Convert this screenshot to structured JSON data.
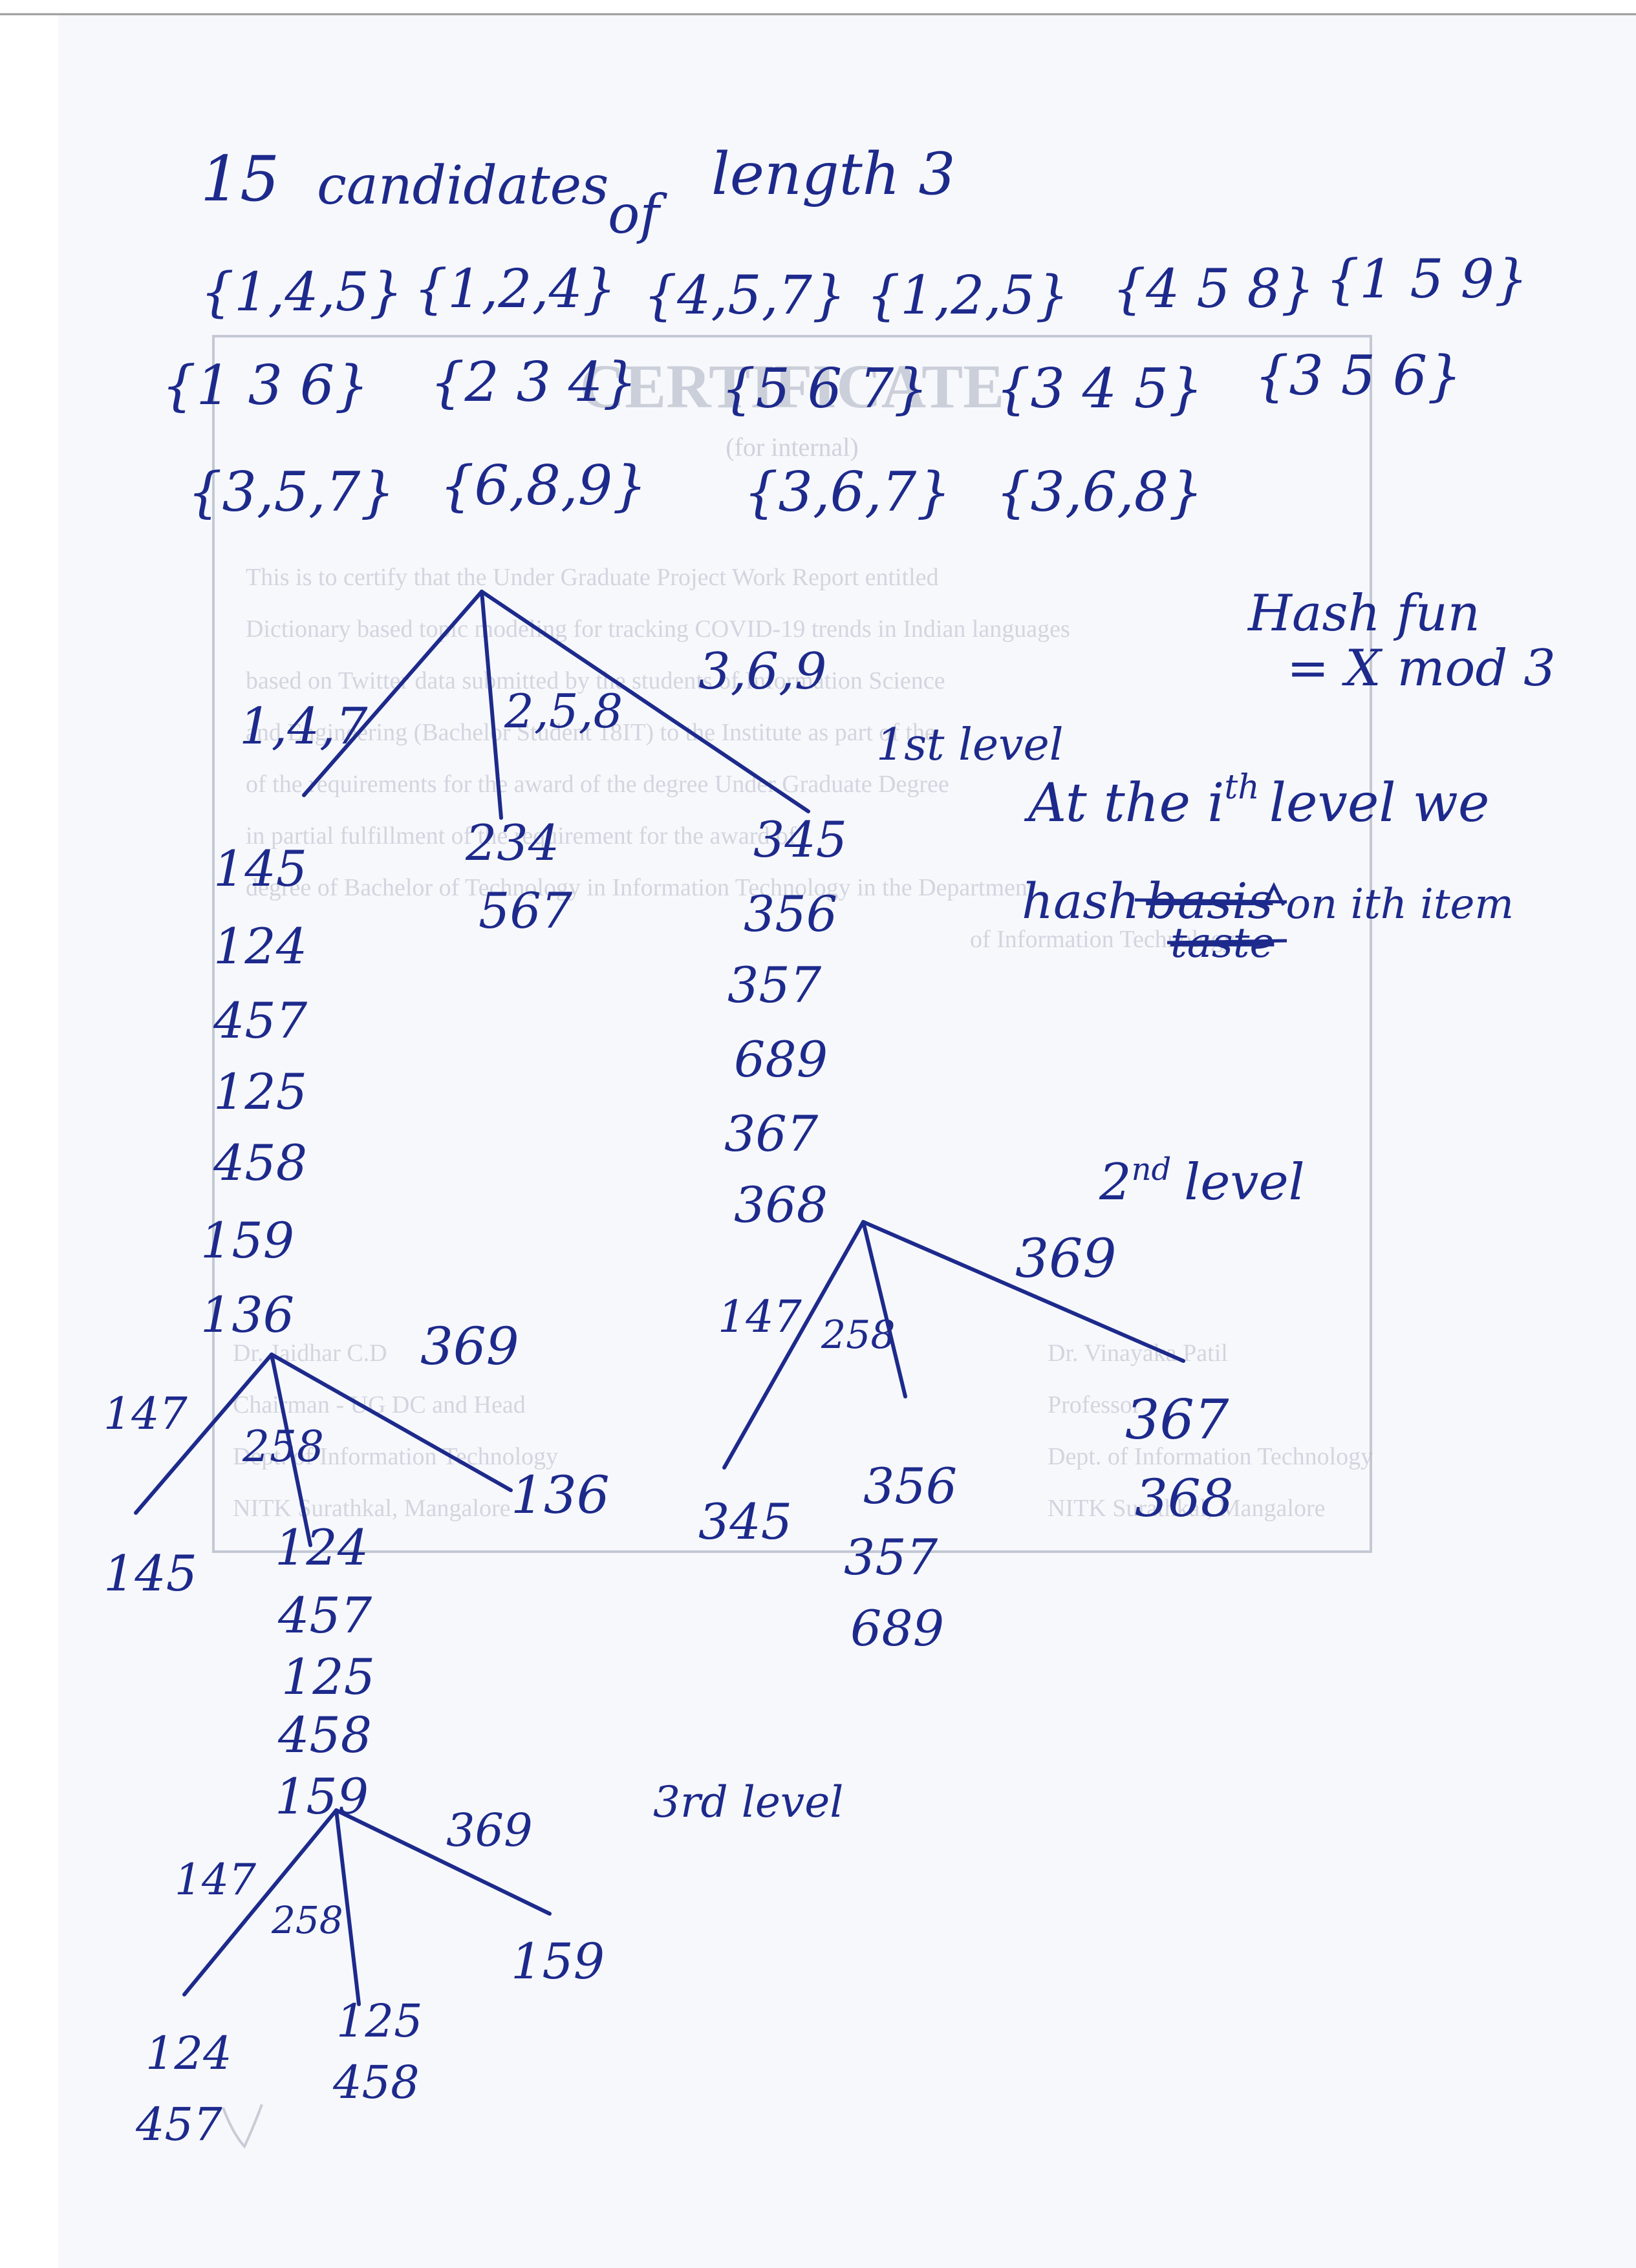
{
  "colors": {
    "ink": "#1d2a8c",
    "paper": "#ffffff",
    "bleed_through": "#aeb4c4"
  },
  "notes": {
    "heading": {
      "count": "15",
      "word1": "candidates",
      "word2": "of",
      "word3": "length 3"
    },
    "candidates_row1": [
      "{1,4,5}",
      "{1,2,4}",
      "{4,5,7}",
      "{1,2,5}",
      "{4 5 8}",
      "{1 5 9}"
    ],
    "candidates_row2": [
      "{1 3 6}",
      "{2 3 4}",
      "{5 6 7}",
      "{3 4 5}",
      "{3 5 6}"
    ],
    "candidates_row3": [
      "{3,5,7}",
      "{6,8,9}",
      "{3,6,7}",
      "{3,6,8}"
    ],
    "hash_note": {
      "line1": "Hash fun",
      "line2": "= X mod 3"
    },
    "level_rule": {
      "line1": "At the i",
      "sup": "th",
      "line1_end": "level we",
      "line2_a": "hash",
      "line2_struck1": "basis",
      "line2_b": "on ith item",
      "line2_struck2": "taste"
    }
  },
  "tree1": {
    "label": "1st level",
    "branches": [
      "1,4,7",
      "2,5,8",
      "3,6,9"
    ],
    "left_items": [
      "145",
      "124",
      "457",
      "125",
      "458",
      "159",
      "136"
    ],
    "mid_items": [
      "234",
      "567"
    ],
    "right_items": [
      "345",
      "356",
      "357",
      "689",
      "367",
      "368"
    ]
  },
  "tree2a": {
    "branches": [
      "147",
      "258",
      "369"
    ],
    "left_items": [
      "145"
    ],
    "mid_items": [
      "124",
      "457",
      "125",
      "458",
      "159"
    ],
    "right_items": [
      "136"
    ]
  },
  "tree2b": {
    "label_num": "2",
    "label_sup": "nd",
    "label_word": "level",
    "branches": [
      "147",
      "258",
      "369"
    ],
    "left_items": [
      "345"
    ],
    "mid_items": [
      "356",
      "357",
      "689"
    ],
    "right_items": [
      "367",
      "368"
    ]
  },
  "tree3": {
    "label": "3rd level",
    "branches": [
      "147",
      "258",
      "369"
    ],
    "left_items": [
      "124",
      "457"
    ],
    "mid_items": [
      "125",
      "458"
    ],
    "right_items": [
      "159"
    ]
  },
  "bleed_through": {
    "title": "CERTIFICATE",
    "subtitle": "(for internal)",
    "body": [
      "This is to certify that the Under Graduate Project Work Report entitled",
      "Dictionary based topic modeling for tracking COVID-19 trends in Indian languages",
      "based on Twitter data submitted by the students of Information Science",
      "and Engineering (Bachelor Student 18IT) to the Institute as part of the",
      "of the requirements for the award of the degree Under Graduate Degree",
      "in partial fulfillment of the requirement for the award of",
      "degree of Bachelor of Technology in Information Technology in the Department",
      "of Information Technology"
    ],
    "sig_left": [
      "Dr. Vinayaka Patil",
      "Professor",
      "Dept. of Information Technology",
      "NITK Surathkal, Mangalore"
    ],
    "sig_right": [
      "Dr. Jaidhar C.D",
      "Chairman - UG DC and Head",
      "Dept. of Information Technology",
      "NITK Surathkal, Mangalore"
    ]
  }
}
